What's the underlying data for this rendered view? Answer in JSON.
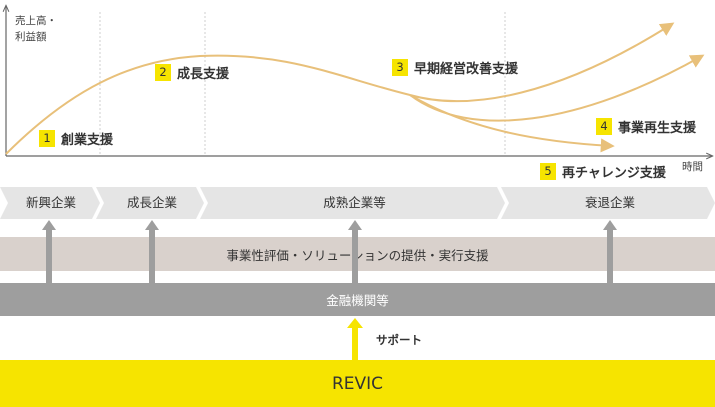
{
  "colors": {
    "curve": "#e8c07a",
    "badge": "#f6e400",
    "stage": "#e5e5e5",
    "solution_band": "#d9d1cc",
    "finance_band": "#9e9e9e",
    "revic_band": "#f6e400",
    "arrow_gray": "#9e9e9e",
    "arrow_yellow": "#f6e400"
  },
  "chart": {
    "y_axis_label": [
      "売上高・",
      "利益額"
    ],
    "x_axis_label": "時間"
  },
  "phases": [
    {
      "number": "1",
      "label": "創業支援"
    },
    {
      "number": "2",
      "label": "成長支援"
    },
    {
      "number": "3",
      "label": "早期経営改善支援"
    },
    {
      "number": "4",
      "label": "事業再生支援"
    },
    {
      "number": "5",
      "label": "再チャレンジ支援"
    }
  ],
  "stages": [
    "新興企業",
    "成長企業",
    "成熟企業等",
    "衰退企業"
  ],
  "solution_band": "事業性評価・ソリューションの提供・実行支援",
  "finance_band": "金融機関等",
  "support_label": "サポート",
  "revic_label": "REVIC"
}
